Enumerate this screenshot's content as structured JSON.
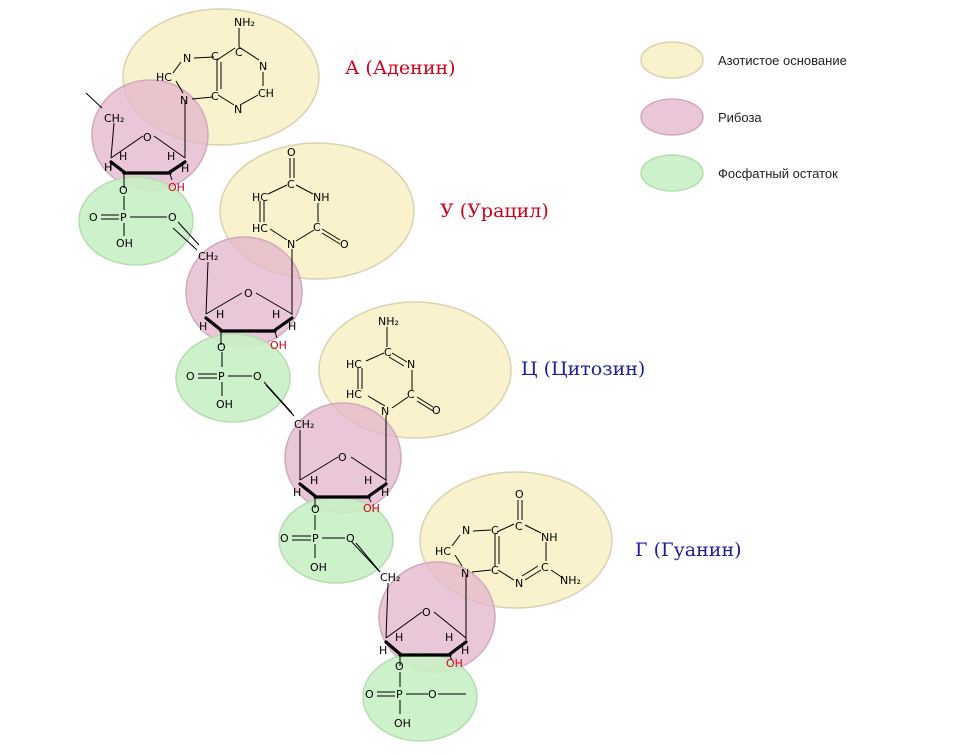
{
  "colors": {
    "base_fill": "#f8f0c4",
    "base_stroke": "#d9d2b3",
    "ribose_fill": "#e3b4cb",
    "ribose_stroke": "#d2a8bb",
    "phosphate_fill": "#c8f0c4",
    "phosphate_stroke": "#b5dcb1",
    "label_red": "#d0021b",
    "label_blue": "#1c1c9e"
  },
  "legend": [
    {
      "text": "Азотистое основание",
      "color": "base"
    },
    {
      "text": "Рибоза",
      "color": "ribose"
    },
    {
      "text": "Фосфатный остаток",
      "color": "phosphate"
    }
  ],
  "bases": {
    "adenine": {
      "label": "А  (Аденин)",
      "atoms": [
        "NH₂",
        "N",
        "N",
        "HC",
        "N",
        "N",
        "CH",
        "C",
        "C",
        "C",
        "C"
      ]
    },
    "uracil": {
      "label": "У  (Урацил)",
      "atoms": [
        "O",
        "C",
        "HC",
        "HC",
        "NH",
        "C",
        "O",
        "N"
      ]
    },
    "cytosine": {
      "label": "Ц  (Цитозин)",
      "atoms": [
        "NH₂",
        "C",
        "HC",
        "HC",
        "N",
        "C",
        "O",
        "N"
      ]
    },
    "guanine": {
      "label": "Г  (Гуанин)",
      "atoms": [
        "O",
        "C",
        "NH",
        "N",
        "HC",
        "N",
        "C",
        "C",
        "C",
        "NH₂",
        "N"
      ]
    }
  },
  "ribose": {
    "ch2": "CH₂",
    "o": "O",
    "h": "H",
    "oh": "OH"
  },
  "phosphate": {
    "o": "O",
    "p": "P",
    "oh": "OH"
  }
}
